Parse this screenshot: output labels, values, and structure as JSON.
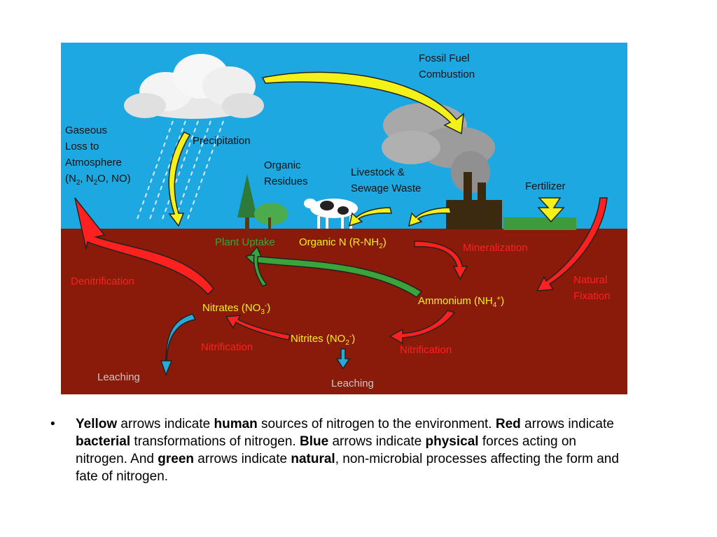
{
  "diagram": {
    "labels": {
      "fossil_fuel_1": "Fossil Fuel",
      "fossil_fuel_2": "Combustion",
      "gaseous_1": "Gaseous",
      "gaseous_2": "Loss to",
      "gaseous_3": "Atmosphere",
      "gaseous_4a": "(N",
      "gaseous_4sub1": "2",
      "gaseous_4b": ", N",
      "gaseous_4sub2": "2",
      "gaseous_4c": "O, NO)",
      "precipitation": "Precipitation",
      "organic_1": "Organic",
      "organic_2": "Residues",
      "livestock_1": "Livestock &",
      "livestock_2": "Sewage Waste",
      "fertilizer": "Fertilizer",
      "plant_uptake": "Plant Uptake",
      "organic_n_a": "Organic N (R-NH",
      "organic_n_sub": "2",
      "organic_n_b": ")",
      "mineralization": "Mineralization",
      "denitrification": "Denitrification",
      "natural_1": "Natural",
      "natural_2": "Fixation",
      "nitrates_a": "Nitrates (NO",
      "nitrates_sub": "3",
      "nitrates_sup": "-",
      "nitrates_b": ")",
      "ammonium_a": "Ammonium (NH",
      "ammonium_sub": "4",
      "ammonium_sup": "+",
      "ammonium_b": ")",
      "nitrites_a": "Nitrites (NO",
      "nitrites_sub": "2",
      "nitrites_sup": "-",
      "nitrites_b": ")",
      "nitrification_left": "Nitrification",
      "nitrification_right": "Nitrification",
      "leaching_left": "Leaching",
      "leaching_bottom": "Leaching"
    },
    "colors": {
      "sky": "#1ea8e2",
      "soil": "#8a1a0a",
      "yellow_arrow": "#f2f21a",
      "red_arrow": "#ff2020",
      "green_arrow": "#3aa33a",
      "blue_arrow": "#2aa8d8"
    }
  },
  "caption": {
    "bullet": "•",
    "w1": "Yellow",
    "t1": " arrows indicate ",
    "w2": "human",
    "t2": " sources of nitrogen to the environment. ",
    "w3": "Red",
    "t3": " arrows indicate ",
    "w4": "bacterial",
    "t4": " transformations of nitrogen. ",
    "w5": "Blue",
    "t5": " arrows indicate ",
    "w6": "physical",
    "t6": " forces acting on nitrogen. And ",
    "w7": "green",
    "t7": " arrows indicate ",
    "w8": "natural",
    "t8": ", non-microbial processes affecting the form and fate of nitrogen."
  }
}
